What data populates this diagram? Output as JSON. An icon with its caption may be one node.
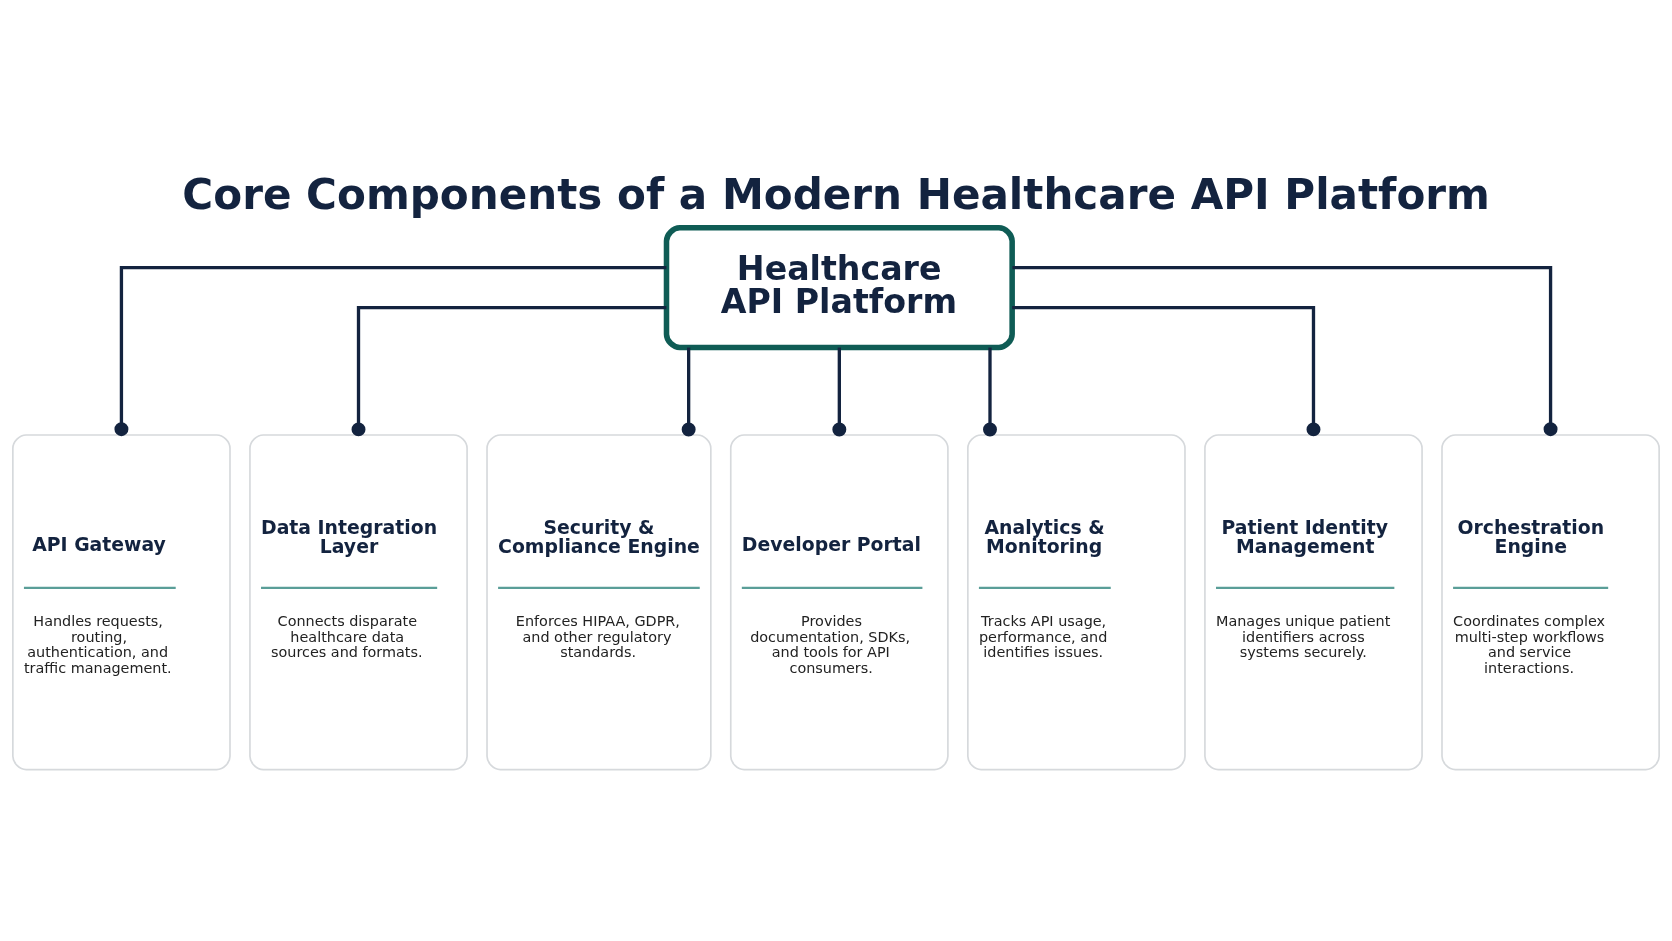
{
  "diagram": {
    "title": "Core Components of a Modern Healthcare API Platform",
    "nodes": [
      {
        "text": [
          "Healthcare API Platform"
        ]
      },
      {
        "text": [
          "API Gateway",
          "Handles requests, routing, authentication, and traffic management."
        ]
      },
      {
        "text": [
          "Data Integration Layer",
          "Connects disparate healthcare data sources and formats."
        ]
      },
      {
        "text": [
          "Security & Compliance Engine",
          "Enforces HIPAA, GDPR, and other regulatory standards."
        ]
      },
      {
        "text": [
          "Developer Portal",
          "Provides documentation, SDKs, and tools for API consumers."
        ]
      },
      {
        "text": [
          "Analytics & Monitoring",
          "Tracks API usage, performance, and identifies issues."
        ]
      },
      {
        "text": [
          "Patient Identity Management",
          "Manages unique patient identifiers across systems securely."
        ]
      },
      {
        "text": [
          "Orchestration Engine",
          "Coordinates complex multi-step workflows and service interactions."
        ]
      }
    ],
    "edges": [
      {
        "from": 0,
        "to": 1,
        "arrow": "other"
      },
      {
        "from": 0,
        "to": 2,
        "arrow": "other"
      },
      {
        "from": 0,
        "to": 3,
        "arrow": "other"
      },
      {
        "from": 0,
        "to": 4,
        "arrow": "other"
      },
      {
        "from": 0,
        "to": 5,
        "arrow": "other"
      },
      {
        "from": 0,
        "to": 6,
        "arrow": "other"
      },
      {
        "from": 0,
        "to": 7,
        "arrow": "other"
      }
    ]
  }
}
